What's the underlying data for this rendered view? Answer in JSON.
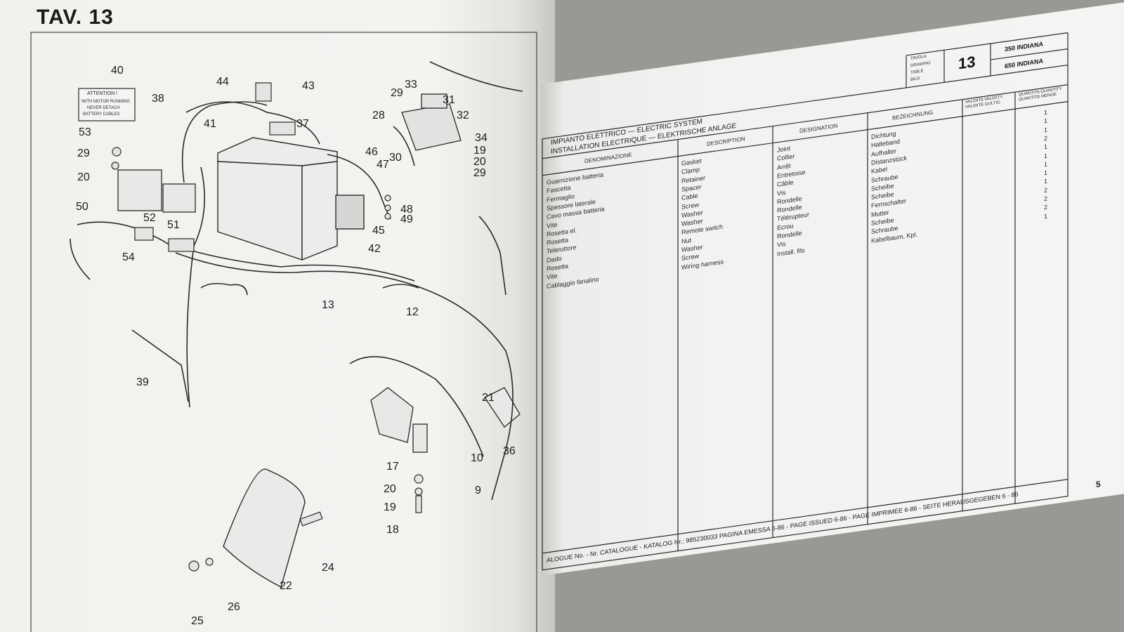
{
  "sheet_title": "TAV. 13",
  "placard": {
    "title": "ATTENTION !",
    "lines": [
      "WITH MOTOR RUNNING",
      "NEVER DETACH",
      "BATTERY CABLES"
    ]
  },
  "callouts": [
    "40",
    "44",
    "43",
    "33",
    "29",
    "31",
    "38",
    "37",
    "41",
    "28",
    "32",
    "53",
    "34",
    "19",
    "20",
    "29",
    "46",
    "30",
    "47",
    "20",
    "29",
    "48",
    "49",
    "50",
    "52",
    "51",
    "45",
    "42",
    "54",
    "13",
    "12",
    "39",
    "21",
    "17",
    "10",
    "36",
    "20",
    "19",
    "9",
    "18",
    "24",
    "22",
    "26",
    "25"
  ],
  "header": {
    "title_line1": "IMPIANTO ELETTRICO — ELECTRIC SYSTEM",
    "title_line2": "INSTALLATION ELECTRIQUE — ELEKTRISCHE ANLAGE",
    "drawing_labels": [
      "TAVOLA",
      "DRAWING",
      "TABLE",
      "BILD"
    ],
    "drawing_number": "13",
    "models": [
      "350 INDIANA",
      "650 INDIANA"
    ]
  },
  "columns": [
    "DENOMINAZIONE",
    "DESCRIPTION",
    "DESIGNATION",
    "BEZEICHNUNG",
    "VALIDITA VALIDITY VALIDITE GULTIG",
    "QUANTITA QUANTITY QUANTITE MENGE"
  ],
  "rows": [
    {
      "it": "Guarnizione batteria",
      "en": "Gasket",
      "fr": "Joint",
      "de": "Dichtung",
      "qty": "1"
    },
    {
      "it": "Fascetta",
      "en": "Clamp",
      "fr": "Collier",
      "de": "Halteband",
      "qty": "1"
    },
    {
      "it": "Fermaglio",
      "en": "Retainer",
      "fr": "Arrêt",
      "de": "Aufhalter",
      "qty": "1"
    },
    {
      "it": "Spessore laterale",
      "en": "Spacer",
      "fr": "Entretoise",
      "de": "Distanzstück",
      "qty": "2"
    },
    {
      "it": "Cavo massa batteria",
      "en": "Cable",
      "fr": "Câble",
      "de": "Kabel",
      "qty": "1"
    },
    {
      "it": "Vite",
      "en": "Screw",
      "fr": "Vis",
      "de": "Schraube",
      "qty": "1"
    },
    {
      "it": "Rosetta el.",
      "en": "Washer",
      "fr": "Rondelle",
      "de": "Scheibe",
      "qty": "1"
    },
    {
      "it": "Rosetta",
      "en": "Washer",
      "fr": "Rondelle",
      "de": "Scheibe",
      "qty": "1"
    },
    {
      "it": "Teleruttore",
      "en": "Remote switch",
      "fr": "Télérupteur",
      "de": "Fernschalter",
      "qty": "1"
    },
    {
      "it": "Dado",
      "en": "Nut",
      "fr": "Ecrou",
      "de": "Mutter",
      "qty": "2"
    },
    {
      "it": "Rosetta",
      "en": "Washer",
      "fr": "Rondelle",
      "de": "Scheibe",
      "qty": "2"
    },
    {
      "it": "Vite",
      "en": "Screw",
      "fr": "Vis",
      "de": "Schraube",
      "qty": "2"
    },
    {
      "it": "Cablaggio fanalino",
      "en": "Wiring harness",
      "fr": "Install. fils",
      "de": "Kabelbaum, Kpl.",
      "qty": "1"
    }
  ],
  "footer": "ALOGUE No. - Nr. CATALOGUE - KATALOG Nr.: 985230033 PAGINA EMESSA 6-86 - PAGE ISSUED 6-86 - PAGE IMPRIMEE 6-86 - SEITE HERAUSGEGEBEN 6 - 86",
  "page_number": "5",
  "colors": {
    "paper": "#f4f3f0",
    "ink": "#1a1a1a",
    "background": "#9a9893"
  }
}
